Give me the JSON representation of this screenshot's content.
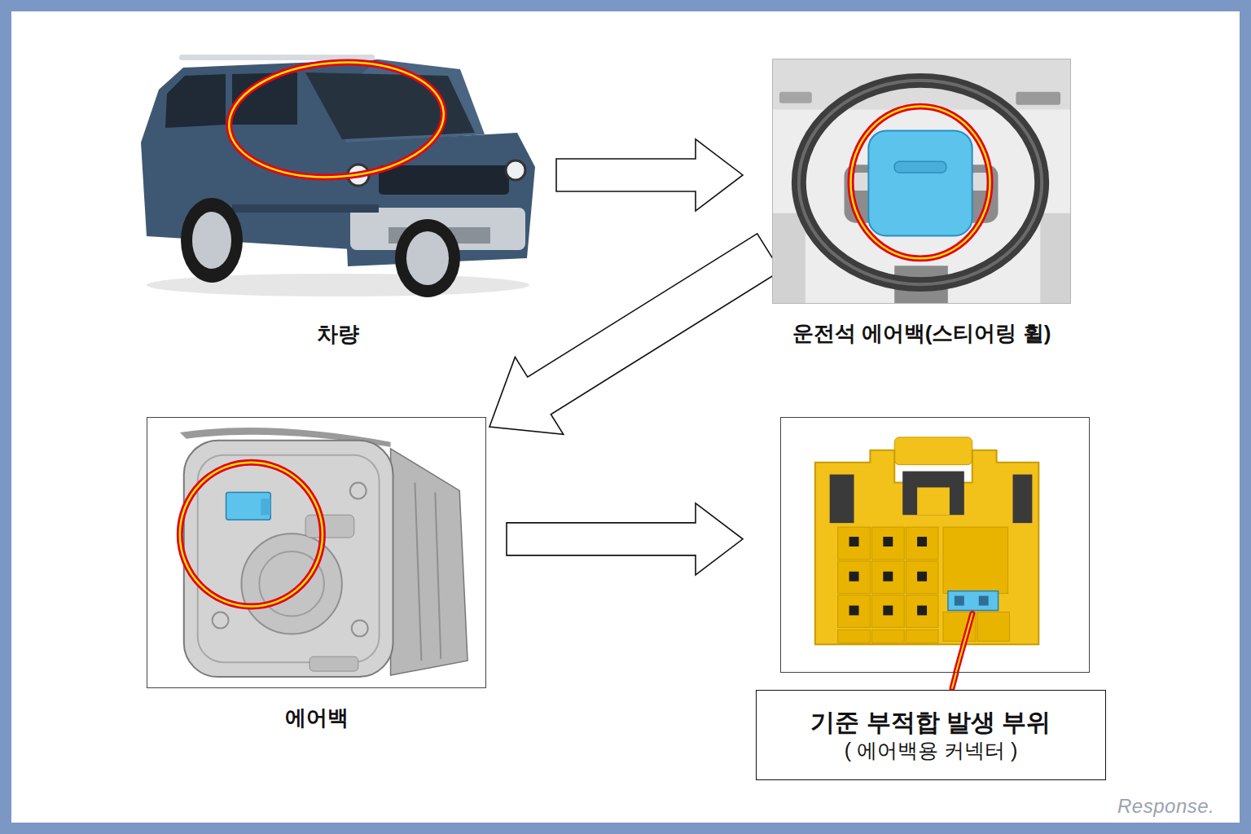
{
  "diagram": {
    "nodes": [
      {
        "text": [
          "차량"
        ]
      },
      {
        "text": [
          "운전석 에어백(스티어링 휠)"
        ]
      },
      {
        "text": [
          "에어백"
        ]
      },
      {
        "text": []
      },
      {
        "text": [
          "기준 부적합 발생 부위",
          "( 에어백용 커넥터 )"
        ]
      }
    ],
    "edges": [
      {
        "from": 0,
        "to": 1,
        "arrow": "to"
      },
      {
        "from": 1,
        "to": 2,
        "arrow": "to"
      },
      {
        "from": 2,
        "to": 3,
        "arrow": "to"
      }
    ],
    "labels": [
      "Response."
    ]
  }
}
